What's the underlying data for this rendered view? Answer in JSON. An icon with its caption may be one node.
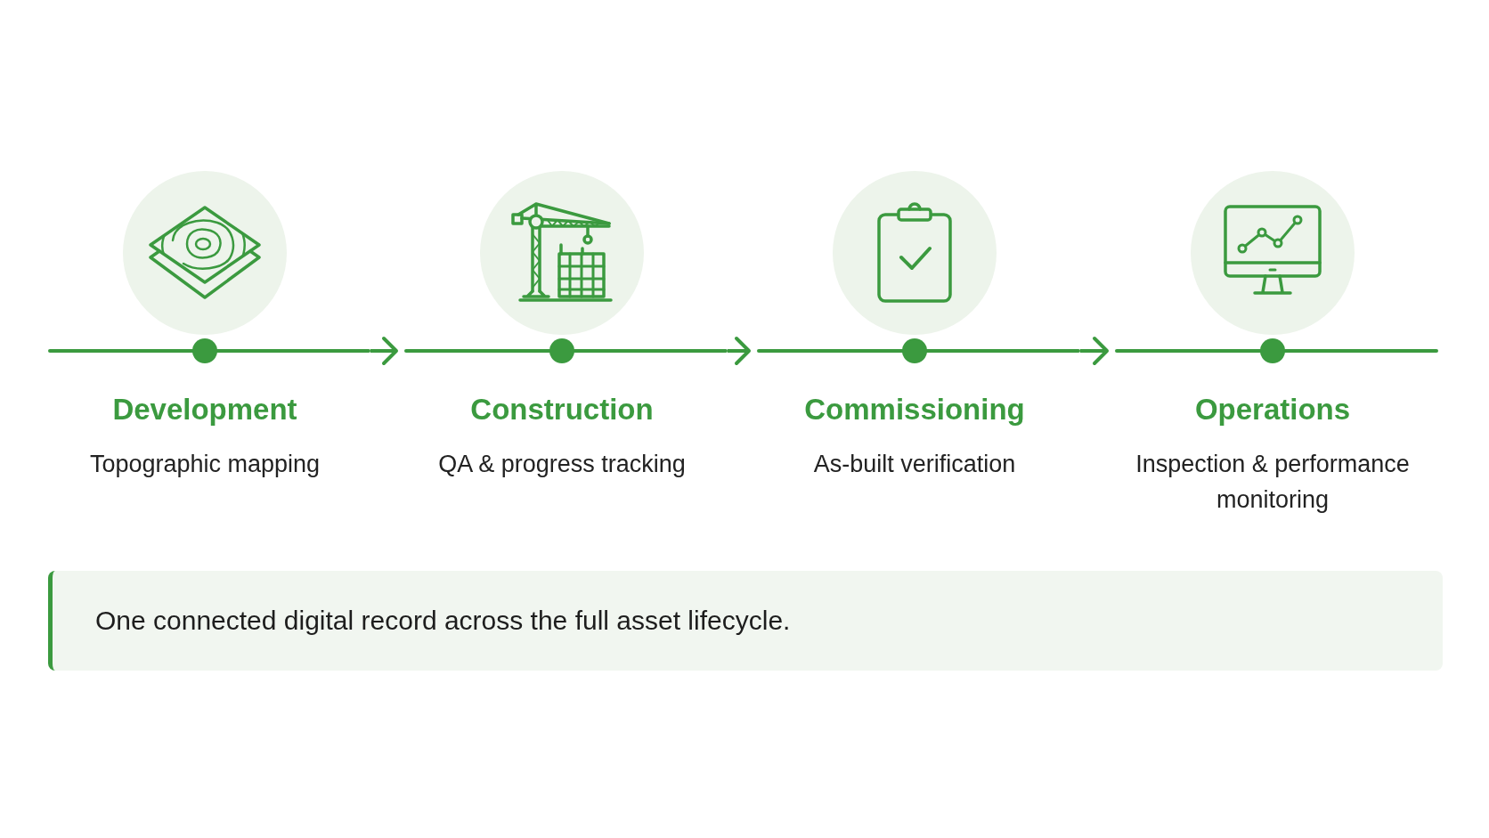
{
  "diagram": {
    "nodes": [
      {
        "text": [
          "Development",
          "Topographic mapping"
        ]
      },
      {
        "text": [
          "Construction",
          "QA & progress tracking"
        ]
      },
      {
        "text": [
          "Commissioning",
          "As-built verification"
        ]
      },
      {
        "text": [
          "Operations",
          "Inspection & performance monitoring"
        ]
      },
      {
        "text": [
          "One connected digital record across the full asset lifecycle."
        ]
      }
    ],
    "edges": [
      {
        "from": 0,
        "to": 1,
        "arrow": "to"
      },
      {
        "from": 1,
        "to": 2,
        "arrow": "to"
      },
      {
        "from": 2,
        "to": 3,
        "arrow": "to"
      }
    ]
  }
}
